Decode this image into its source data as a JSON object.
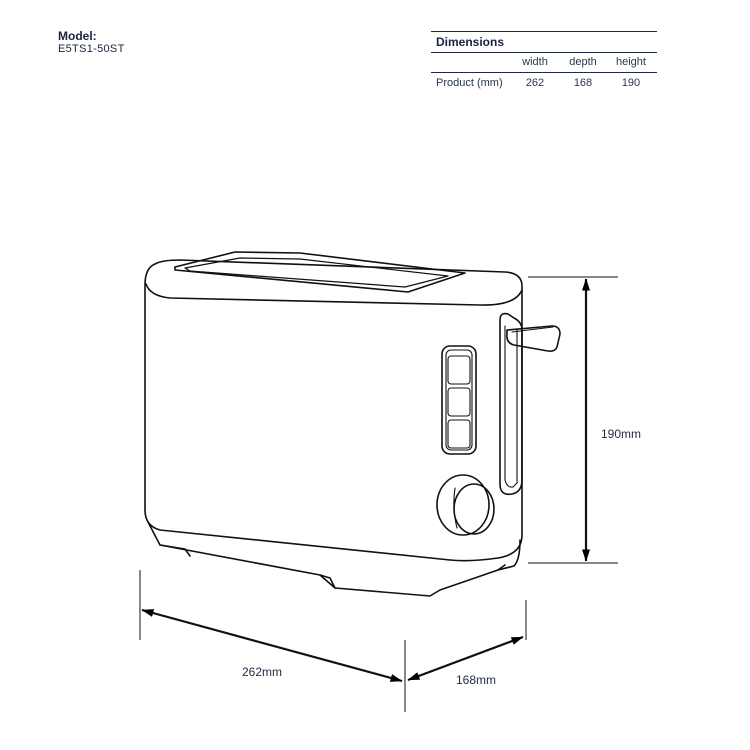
{
  "model": {
    "label": "Model:",
    "value": "E5TS1-50ST"
  },
  "dimensions": {
    "title": "Dimensions",
    "columns": [
      "",
      "width",
      "depth",
      "height"
    ],
    "rows": [
      {
        "label": "Product (mm)",
        "width": "262",
        "depth": "168",
        "height": "190"
      }
    ]
  },
  "annotations": {
    "height": "190mm",
    "width": "262mm",
    "depth": "168mm"
  }
}
